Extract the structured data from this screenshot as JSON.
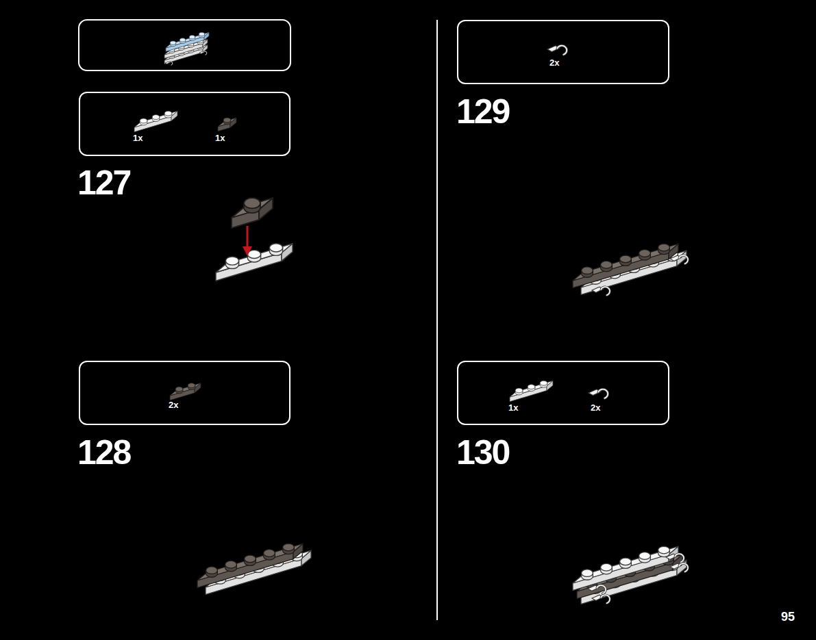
{
  "diagram": {
    "nodes": [
      {
        "text": [
          "1x",
          "1x"
        ]
      },
      {
        "text": [
          "2x"
        ]
      },
      {
        "text": [
          "2x"
        ]
      },
      {
        "text": [
          "1x",
          "2x"
        ]
      }
    ],
    "labels": [
      "127",
      "128",
      "129",
      "130",
      "95"
    ]
  }
}
